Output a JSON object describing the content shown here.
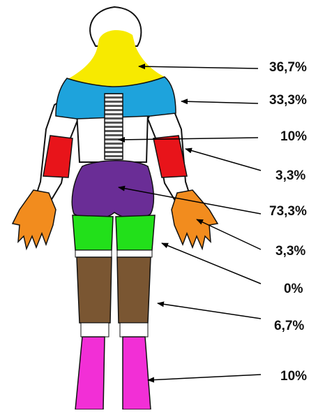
{
  "regions": [
    {
      "id": "head-neck",
      "name": "head and neck",
      "color": "#f7ea00",
      "percentage": "36,7%"
    },
    {
      "id": "shoulders",
      "name": "shoulders and upper back",
      "color": "#1ea3dc",
      "percentage": "33,3%"
    },
    {
      "id": "spine",
      "name": "spine",
      "color": "#7a7a7a",
      "percentage": "10%"
    },
    {
      "id": "upper-arms",
      "name": "upper arms",
      "color": "#e8141a",
      "percentage": "3,3%"
    },
    {
      "id": "lower-back-buttocks",
      "name": "lower back and buttocks",
      "color": "#6a2d96",
      "percentage": "73,3%"
    },
    {
      "id": "hands",
      "name": "hands",
      "color": "#f28c1e",
      "percentage": "3,3%"
    },
    {
      "id": "thighs",
      "name": "thighs",
      "color": "#22e01a",
      "percentage": "0%"
    },
    {
      "id": "knees-calves",
      "name": "knees and calves",
      "color": "#7a5632",
      "percentage": "6,7%"
    },
    {
      "id": "feet",
      "name": "feet",
      "color": "#f22fd6",
      "percentage": "10%"
    }
  ]
}
